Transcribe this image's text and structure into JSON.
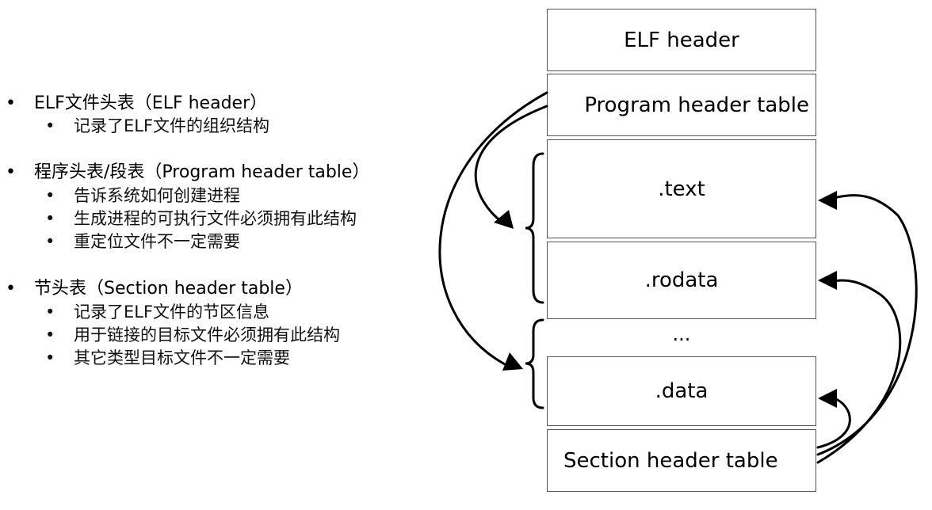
{
  "bullets": [
    {
      "text": "ELF文件头表（ELF header）",
      "subs": [
        "记录了ELF文件的组织结构"
      ]
    },
    {
      "text": "程序头表/段表（Program header table）",
      "subs": [
        "告诉系统如何创建进程",
        "生成进程的可执行文件必须拥有此结构",
        "重定位文件不一定需要"
      ]
    },
    {
      "text": "节头表（Section header table）",
      "subs": [
        "记录了ELF文件的节区信息",
        "用于链接的目标文件必须拥有此结构",
        "其它类型目标文件不一定需要"
      ]
    }
  ],
  "bullet_glyph": "•",
  "layout": {
    "elf_header": "ELF header",
    "program_header_table": "Program header table",
    "text": ".text",
    "rodata": ".rodata",
    "ellipsis": "...",
    "data": ".data",
    "section_header_table": "Section header table"
  }
}
